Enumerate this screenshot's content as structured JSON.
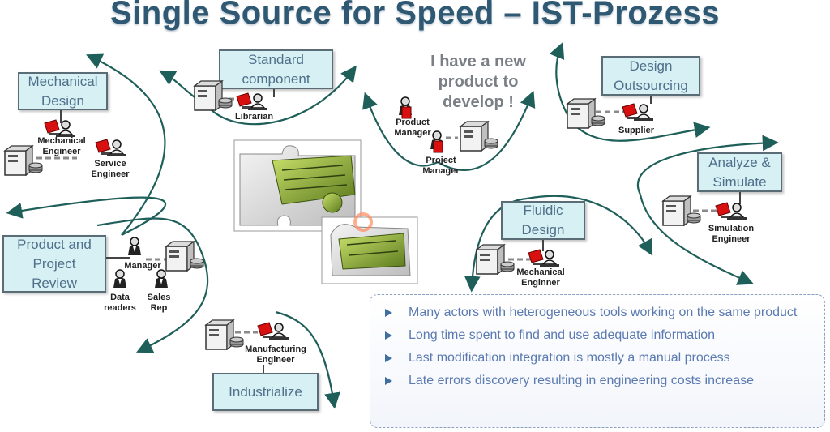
{
  "title": "Single Source for Speed – IST-Prozess",
  "tagline": [
    "I have a new",
    "product to",
    "develop !"
  ],
  "stages": {
    "mechanical_design": [
      "Mechanical",
      "Design"
    ],
    "standard_component": [
      "Standard",
      "component"
    ],
    "design_outsourcing": [
      "Design",
      "Outsourcing"
    ],
    "analyze_simulate": [
      "Analyze &",
      "Simulate"
    ],
    "fluidic_design": [
      "Fluidic",
      "Design"
    ],
    "product_project_review": [
      "Product and",
      "Project",
      "Review"
    ],
    "industrialize": [
      "Industrialize"
    ]
  },
  "roles": {
    "mechanical_engineer": [
      "Mechanical",
      "Engineer"
    ],
    "service_engineer": [
      "Service Engineer"
    ],
    "librarian": [
      "Librarian"
    ],
    "product_manager": [
      "Product",
      "Manager"
    ],
    "project_manager": [
      "Project",
      "Manager"
    ],
    "supplier": [
      "Supplier"
    ],
    "simulation_engineer": [
      "Simulation",
      "Engineer"
    ],
    "mechanical_enginner": [
      "Mechanical",
      "Enginner"
    ],
    "manager": [
      "Manager"
    ],
    "data_readers": [
      "Data",
      "readers"
    ],
    "sales_rep": [
      "Sales Rep"
    ],
    "manufacturing_engineer": [
      "Manufacturing",
      "Engineer"
    ]
  },
  "issues": [
    "Many actors with heterogeneous tools working on the same product",
    "Long time spent to find and use adequate information",
    "Last modification integration is mostly a manual process",
    "Late errors discovery resulting in engineering costs increase"
  ],
  "colors": {
    "title": "#2f5873",
    "stage_fill": "#d6f0f4",
    "stage_text": "#4f6f8a",
    "curve": "#1f5f5a",
    "issue_text": "#5b7ab1",
    "workstation_red": "#d81010"
  },
  "icons": {
    "server": "server-icon",
    "workstation": "workstation-icon",
    "person": "person-icon",
    "bullet": "triangle-bullet-icon",
    "puzzle": "puzzle-assembly-image"
  }
}
